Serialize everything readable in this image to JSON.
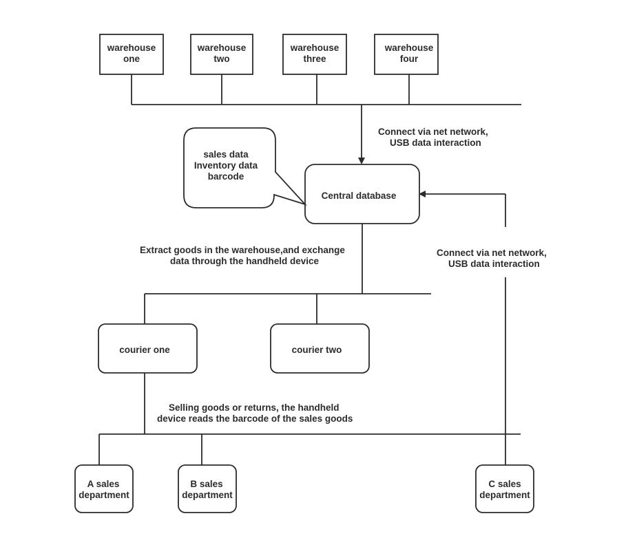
{
  "warehouses": [
    {
      "line1": "warehouse",
      "line2": "one"
    },
    {
      "line1": "warehouse",
      "line2": "two"
    },
    {
      "line1": "warehouse",
      "line2": "three"
    },
    {
      "line1": "warehouse",
      "line2": "four"
    }
  ],
  "central_database": "Central database",
  "data_callout": [
    "sales data",
    "Inventory data",
    "barcode"
  ],
  "top_connect_note": [
    "Connect via net network,",
    "USB data interaction"
  ],
  "right_connect_note": [
    "Connect via net network,",
    "USB data interaction"
  ],
  "extract_note": [
    "Extract goods in the warehouse,and exchange",
    "data through the handheld device"
  ],
  "couriers": [
    "courier one",
    "courier two"
  ],
  "selling_note": [
    "Selling goods or returns, the handheld",
    "device reads the barcode of the sales goods"
  ],
  "sales_departments": [
    {
      "line1": "A sales",
      "line2": "department"
    },
    {
      "line1": "B sales",
      "line2": "department"
    },
    {
      "line1": "C sales",
      "line2": "department"
    }
  ]
}
